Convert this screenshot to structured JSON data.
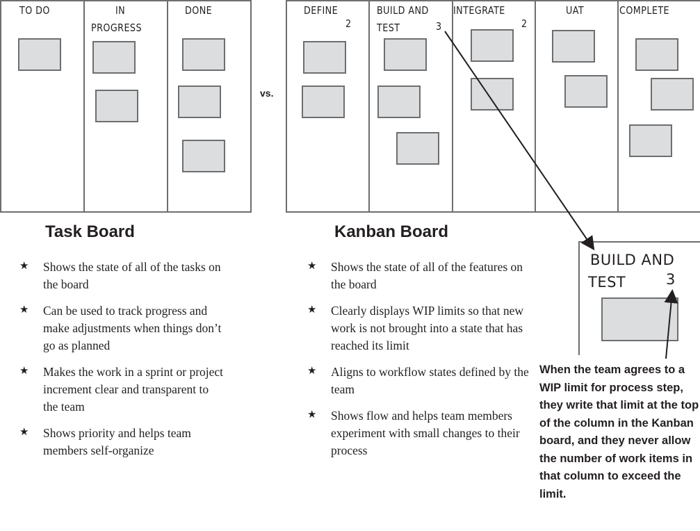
{
  "task_board": {
    "columns": [
      {
        "name": "TO DO"
      },
      {
        "name": "IN",
        "name2": "PROGRESS"
      },
      {
        "name": "DONE"
      }
    ],
    "title": "Task Board",
    "bullets": [
      "Shows the state of all of the tasks on the board",
      "Can be used to track progress and make adjustments when things don’t go as planned",
      "Makes the work in a sprint or project increment clear and transparent to the team",
      "Shows priority and helps team members self-organize"
    ]
  },
  "vs_label": "vs.",
  "kanban_board": {
    "columns": [
      {
        "name": "DEFINE",
        "wip": "2"
      },
      {
        "name": "BUILD AND",
        "name2": "TEST",
        "wip": "3"
      },
      {
        "name": "INTEGRATE",
        "wip": "2"
      },
      {
        "name": "UAT"
      },
      {
        "name": "COMPLETE"
      }
    ],
    "title": "Kanban Board",
    "bullets": [
      "Shows the state of all of the features on the board",
      "Clearly displays WIP limits so that new work is not brought into a state that has reached its limit",
      "Aligns to workflow states defined by the team",
      "Shows flow and helps team members experiment with small changes to their process"
    ]
  },
  "inset": {
    "line1": "BUILD AND",
    "line2": "TEST",
    "wip": "3"
  },
  "caption": "When the team agrees to a WIP limit for process step, they write that limit at the top of the column in the Kanban board, and they never allow the number of work items in that column to exceed the limit.",
  "bullet_icon": "star"
}
